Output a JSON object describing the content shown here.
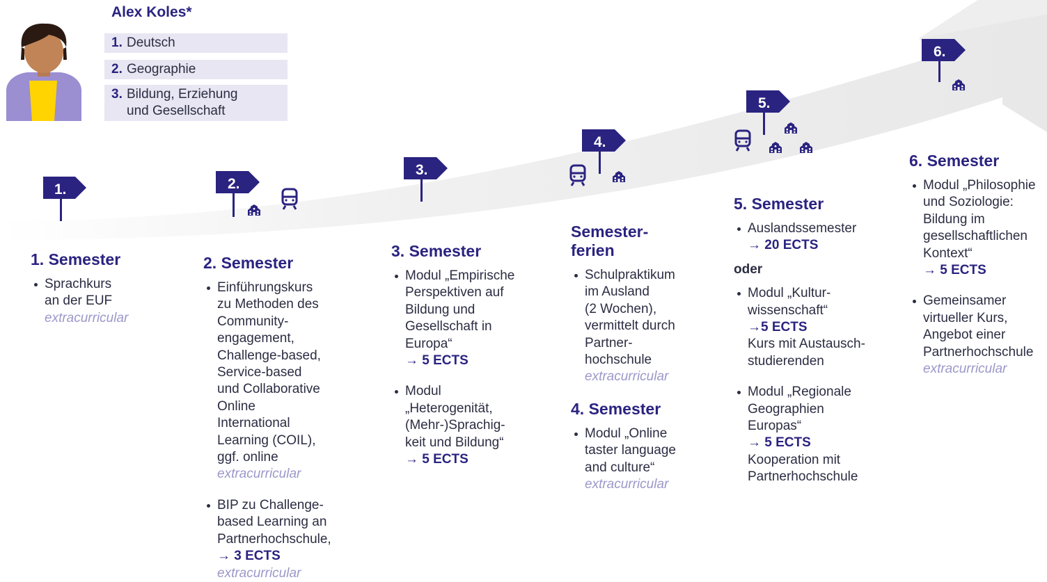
{
  "colors": {
    "accent": "#2a2380",
    "text": "#2b2d42",
    "extracurricular": "#9c98c9",
    "path": "#eeeeee",
    "subject_bg": "#e7e6f2",
    "avatar_shirt": "#ffd400",
    "avatar_jacket": "#9b8ed1"
  },
  "profile": {
    "name": "Alex Koles*",
    "subjects": [
      {
        "num": "1.",
        "label": "Deutsch"
      },
      {
        "num": "2.",
        "label": "Geographie"
      },
      {
        "num": "3.",
        "label_line1": "Bildung, Erziehung",
        "label_line2": "und Gesellschaft"
      }
    ]
  },
  "markers": {
    "m1": {
      "label": "1."
    },
    "m2": {
      "label": "2.",
      "icons": [
        "university-icon",
        "train-icon"
      ]
    },
    "m3": {
      "label": "3."
    },
    "m4": {
      "label": "4.",
      "icons": [
        "train-icon",
        "university-icon"
      ]
    },
    "m5": {
      "label": "5.",
      "icons": [
        "train-icon",
        "university-icon",
        "university-icon",
        "university-icon"
      ]
    },
    "m6": {
      "label": "6.",
      "icons": [
        "university-icon"
      ]
    }
  },
  "semesters": {
    "s1": {
      "title": "1. Semester",
      "b1": {
        "lines": [
          "Sprachkurs",
          "an der EUF"
        ],
        "extra": "extracurricular"
      }
    },
    "s2": {
      "title": "2. Semester",
      "b1": {
        "lines": [
          "Einführungskurs",
          "zu Methoden des",
          "Community-",
          "engagement,",
          "Challenge-based,",
          "Service-based",
          "und Collaborative",
          "Online",
          "International",
          "Learning (COIL),",
          "ggf. online"
        ],
        "extra": "extracurricular"
      },
      "b2": {
        "lines": [
          "BIP zu Challenge-",
          "based Learning an",
          "Partnerhochschule,"
        ],
        "ects": "→ 3 ECTS",
        "extra": "extracurricular"
      }
    },
    "s3": {
      "title": "3. Semester",
      "b1": {
        "lines": [
          "Modul „Empirische",
          "Perspektiven auf",
          "Bildung und",
          "Gesellschaft in",
          "Europa“"
        ],
        "ects": "→ 5 ECTS"
      },
      "b2": {
        "lines": [
          "Modul",
          "„Heterogenität,",
          "(Mehr-)Sprachig-",
          "keit und Bildung“"
        ],
        "ects": "→ 5 ECTS"
      }
    },
    "sf": {
      "title_line1": "Semester-",
      "title_line2": "ferien",
      "b1": {
        "lines": [
          "Schulpraktikum",
          "im Ausland",
          "(2 Wochen),",
          "vermittelt durch",
          "Partner-",
          "hochschule"
        ],
        "extra": "extracurricular"
      }
    },
    "s4": {
      "title": "4. Semester",
      "b1": {
        "lines": [
          "Modul „Online",
          "taster language",
          "and culture“"
        ],
        "extra": "extracurricular"
      }
    },
    "s5": {
      "title": "5. Semester",
      "b1": {
        "lines": [
          "Auslandssemester"
        ],
        "ects": "→ 20 ECTS"
      },
      "oder": "oder",
      "b2": {
        "lines": [
          "Modul „Kultur-",
          "wissenschaft“"
        ],
        "ects": "→5 ECTS",
        "after": [
          "Kurs mit Austausch-",
          "studierenden"
        ]
      },
      "b3": {
        "lines": [
          "Modul „Regionale",
          "Geographien",
          "Europas“"
        ],
        "ects": "→ 5 ECTS",
        "after": [
          "Kooperation mit",
          "Partnerhochschule"
        ]
      }
    },
    "s6": {
      "title": "6. Semester",
      "b1": {
        "lines": [
          "Modul „Philosophie",
          "und Soziologie:",
          "Bildung im",
          "gesellschaftlichen",
          "Kontext“"
        ],
        "ects": "→ 5 ECTS"
      },
      "b2": {
        "lines": [
          "Gemeinsamer",
          "virtueller Kurs,",
          "Angebot einer",
          "Partnerhochschule"
        ],
        "extra": "extracurricular"
      }
    }
  }
}
